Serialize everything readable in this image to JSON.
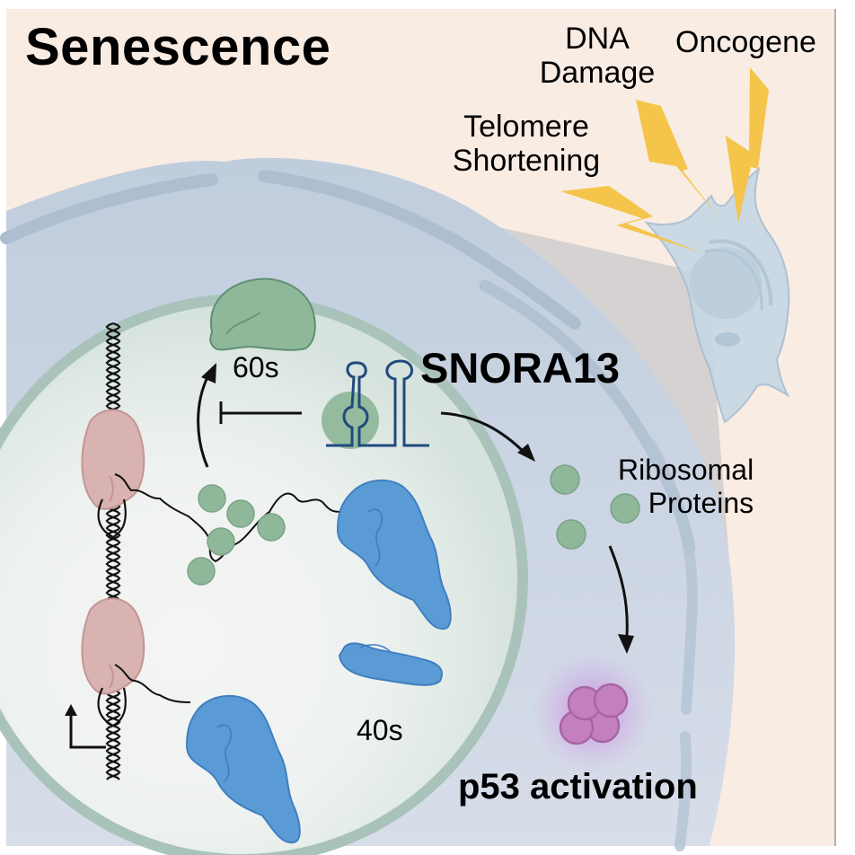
{
  "figure": {
    "title": "Senescence",
    "triggers": [
      {
        "label_line1": "DNA",
        "label_line2": "Damage",
        "icon": "lightning-bolt-icon"
      },
      {
        "label_line1": "Oncogene",
        "icon": "lightning-bolt-icon"
      },
      {
        "label_line1": "Telomere",
        "label_line2": "Shortening",
        "icon": "lightning-bolt-icon"
      }
    ],
    "snorna_label": "SNORA13",
    "subunit_60s_label": "60s",
    "subunit_40s_label": "40s",
    "ribosomal_proteins_label_line1": "Ribosomal",
    "ribosomal_proteins_label_line2": "Proteins",
    "outcome_label": "p53 activation"
  },
  "colors": {
    "background": "#f9ece3",
    "cytoplasm": "#c1cedf",
    "nucleus_membrane": "#a9c3bb",
    "nucleoplasm": "#dbe5e1",
    "ribosome_green": "#8fb89a",
    "subunit_blue": "#5b9bd5",
    "polymerase_pink": "#d8b3b1",
    "snorna_navy": "#1f4a7d",
    "bolt_yellow": "#f4c54a",
    "p53_purple": "#c47fbf"
  }
}
